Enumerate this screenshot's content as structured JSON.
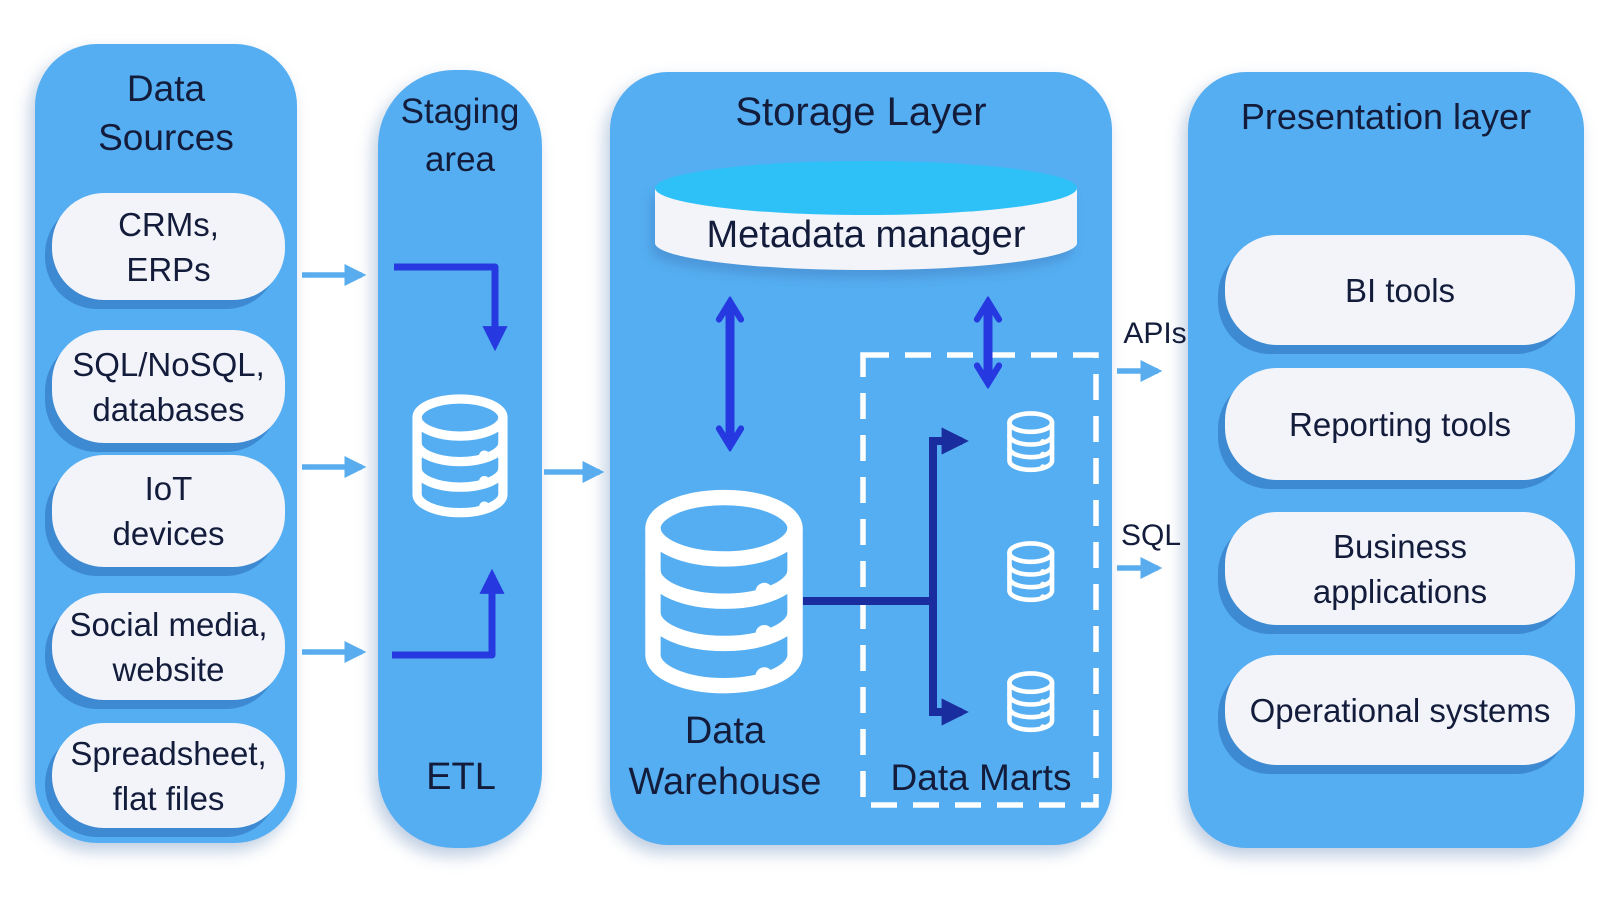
{
  "colors": {
    "panel_blue": "#55aef1",
    "pill_bg": "#f2f4fa",
    "text_navy": "#131c3b",
    "light_arrow": "#59adee",
    "royal_arrow": "#2639e0",
    "navy_arrow": "#1a2d9e",
    "cylinder_top": "#2ec1f7",
    "icon_white": "#ffffff"
  },
  "sources_panel": {
    "title": "Data\nSources",
    "pills": [
      {
        "label": "CRMs,\nERPs"
      },
      {
        "label": "SQL/NoSQL,\ndatabases"
      },
      {
        "label": "IoT\ndevices"
      },
      {
        "label": "Social media,\nwebsite"
      },
      {
        "label": "Spreadsheet,\nflat files"
      }
    ]
  },
  "staging_panel": {
    "title": "Staging\narea",
    "etl_label": "ETL",
    "icon": "database-icon"
  },
  "storage_panel": {
    "title": "Storage Layer",
    "metadata_manager_label": "Metadata manager",
    "warehouse_label": "Data\nWarehouse",
    "warehouse_icon": "database-icon",
    "data_marts_label": "Data Marts",
    "data_mart_icons": [
      "database-icon",
      "database-icon",
      "database-icon"
    ]
  },
  "presentation_panel": {
    "title": "Presentation layer",
    "pills": [
      {
        "label": "BI tools"
      },
      {
        "label": "Reporting tools"
      },
      {
        "label": "Business\napplications"
      },
      {
        "label": "Operational systems"
      }
    ]
  },
  "connectors": {
    "apis_label": "APIs",
    "sql_label": "SQL"
  }
}
